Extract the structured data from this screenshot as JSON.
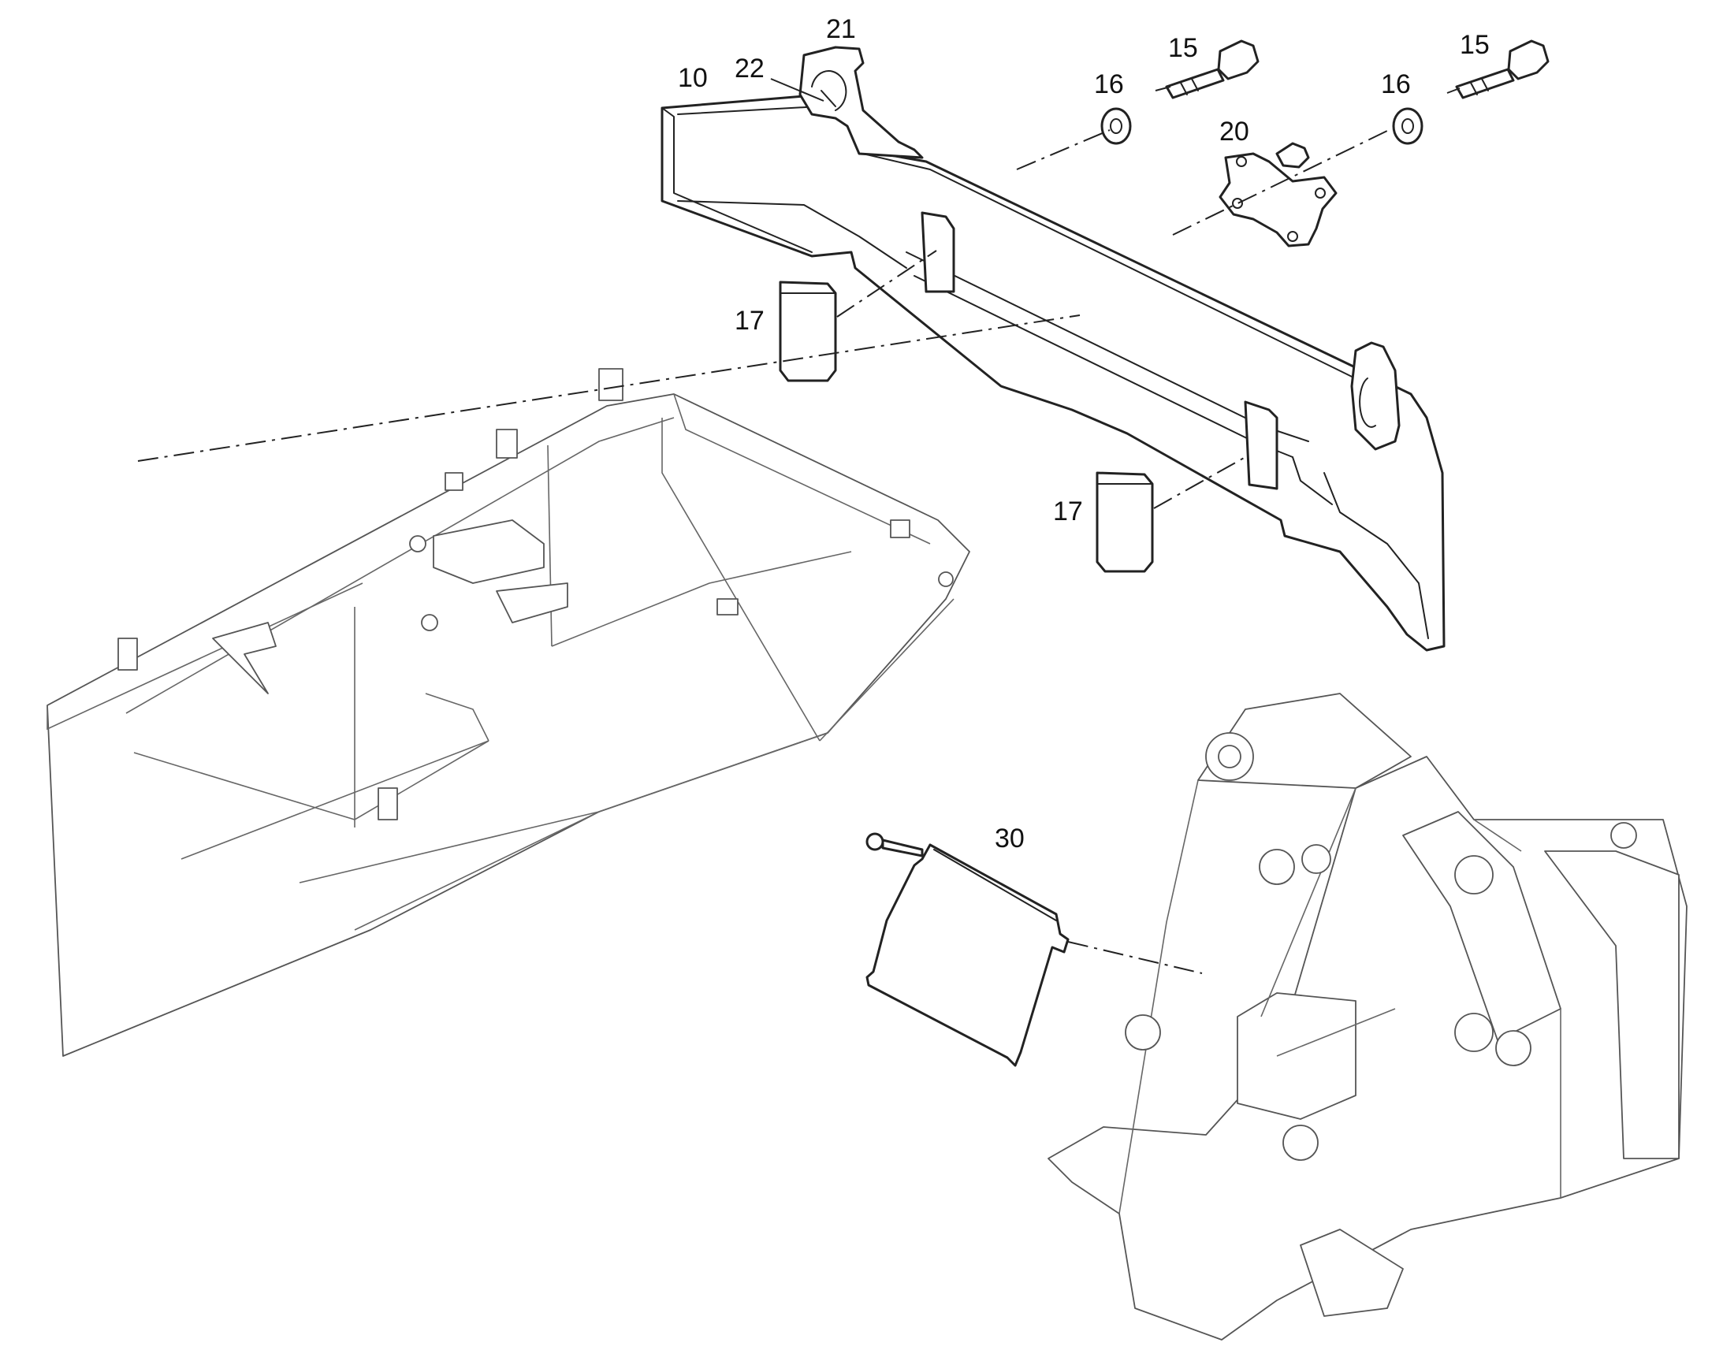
{
  "callouts": {
    "c10": "10",
    "c15a": "15",
    "c15b": "15",
    "c16a": "16",
    "c16b": "16",
    "c17a": "17",
    "c17b": "17",
    "c20": "20",
    "c21": "21",
    "c22": "22",
    "c30": "30"
  }
}
